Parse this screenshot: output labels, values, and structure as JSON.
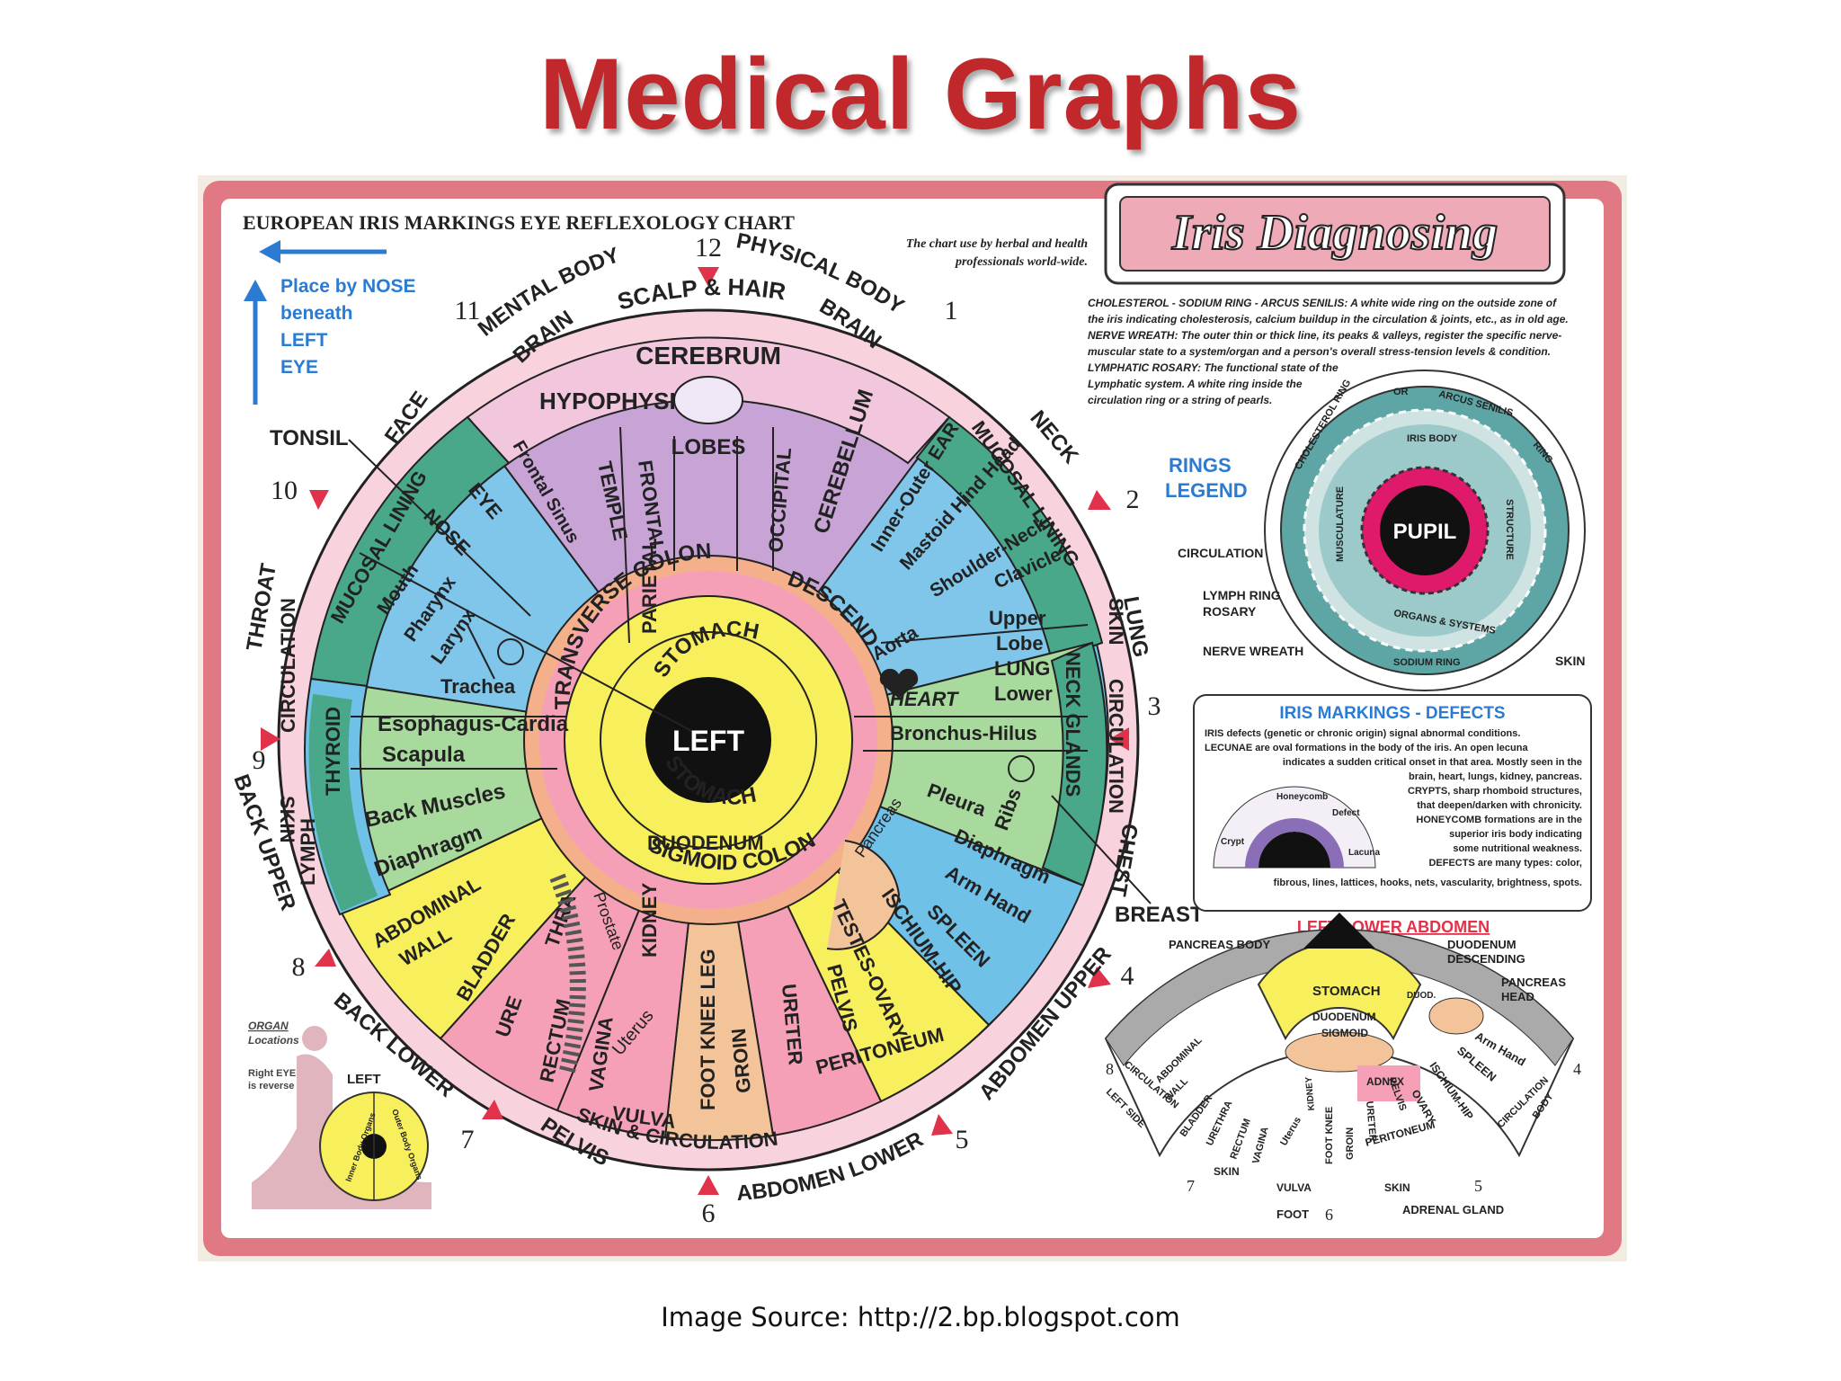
{
  "slide": {
    "title": "Medical Graphs",
    "source": "Image Source: http://2.bp.blogspot.com"
  },
  "chart": {
    "header": "EUROPEAN IRIS MARKINGS EYE REFLEXOLOGY CHART",
    "subheader_1": "The chart use by herbal and health",
    "subheader_2": "professionals world-wide.",
    "badge": "Iris Diagnosing",
    "place_note": [
      "Place by NOSE",
      "beneath",
      "LEFT",
      "EYE"
    ],
    "clock_numbers": [
      "12",
      "1",
      "2",
      "3",
      "4",
      "5",
      "6",
      "7",
      "8",
      "9",
      "10",
      "11"
    ],
    "center_label": "LEFT",
    "stomach_top": "STOMACH",
    "stomach_bottom": "STOMACH",
    "colon_labels": {
      "transverse": "TRANSVERSE COLON",
      "descend": "DESCEND",
      "duodenum": "DUODENUM",
      "sigmoid": "SIGMOID COLON"
    },
    "outer_ring": {
      "mental_body": "MENTAL BODY",
      "physical_body": "PHYSICAL BODY",
      "neck": "NECK",
      "lung": "LUNG",
      "chest": "CHEST",
      "abdomen_upper": "ABDOMEN UPPER",
      "abdomen_lower": "ABDOMEN LOWER",
      "pelvis": "PELVIS",
      "back_lower": "BACK LOWER",
      "back_upper": "BACK UPPER",
      "throat": "THROAT",
      "face": "FACE",
      "tonsil": "TONSIL",
      "breast": "BREAST"
    },
    "ring_labels": {
      "mucosal_left": "MUCOSAL LINING",
      "mucosal_right": "MUCOSAL LINING",
      "circulation_left": "CIRCULATION",
      "skin_left": "SKIN",
      "lymph": "LYMPH",
      "thyroid": "THYROID",
      "skin_right": "SKIN",
      "circulation_right": "CIRCULATION",
      "neck_glands": "NECK GLANDS",
      "skin_circulation_bottom": "SKIN & CIRCULATION"
    },
    "brain_sector": {
      "scalp_hair": "SCALP & HAIR",
      "brain_left": "BRAIN",
      "brain_right": "BRAIN",
      "cerebrum": "CEREBRUM",
      "hypophysis": "HYPOPHYSIS",
      "lobes": "LOBES",
      "temple": "TEMPLE",
      "frontal": "FRONTAL",
      "parietal": "PARIETAL",
      "occipital": "OCCIPITAL",
      "cerebellum": "CEREBELLUM"
    },
    "left_sector": {
      "frontal_sinus": "Frontal Sinus",
      "eye": "EYE",
      "nose": "NOSE",
      "mouth": "Mouth",
      "pharynx": "Pharynx",
      "larynx": "Larynx",
      "trachea": "Trachea",
      "esophagus": "Esophagus-Cardia",
      "scapula": "Scapula",
      "back_muscles": "Back Muscles",
      "diaphragm": "Diaphragm",
      "abdominal_wall_1": "ABDOMINAL",
      "abdominal_wall_2": "WALL"
    },
    "right_sector": {
      "inner_outer_ear": "Inner-Outer EAR",
      "mastoid": "Mastoid Hind Head",
      "shoulder_neck": "Shoulder-Neck",
      "clavicle": "Clavicle",
      "aorta": "Aorta",
      "heart": "HEART",
      "upper": "Upper",
      "lobe": "Lobe",
      "lung": "LUNG",
      "lower": "Lower",
      "bronchus": "Bronchus-Hilus",
      "pleura": "Pleura",
      "ribs": "Ribs",
      "diaphragm": "Diaphragm",
      "arm_hand": "Arm Hand",
      "spleen": "SPLEEN",
      "pancreas": "Pancreas"
    },
    "bottom_sector": {
      "bladder": "BLADDER",
      "ure": "URE",
      "thra": "THRA",
      "prostate": "Prostate",
      "rectum": "RECTUM",
      "vagina": "VAGINA",
      "vulva": "VULVA",
      "uterus": "Uterus",
      "kidney": "KIDNEY",
      "foot_knee_leg": "FOOT KNEE LEG",
      "groin": "GROIN",
      "ureter": "URETER",
      "peritoneum": "PERITONEUM",
      "pelvis": "PELVIS",
      "testes_ovary": "TESTES-OVARY",
      "ischium_hip": "ISCHIUM-HIP"
    },
    "description": [
      "CHOLESTEROL - SODIUM RING - ARCUS SENILIS: A white wide ring on the outside zone of",
      "the iris indicating cholesterosis, calcium buildup in the circulation & joints, etc., as in old age.",
      "NERVE WREATH: The outer thin or thick line, its peaks & valleys, register the specific nerve-",
      "muscular state to a system/organ and a person's overall stress-tension levels & condition.",
      "LYMPHATIC ROSARY: The functional state of the",
      "Lymphatic system. A white ring inside the",
      "circulation ring or a string of pearls."
    ],
    "rings_legend": {
      "title_1": "RINGS",
      "title_2": "LEGEND",
      "pupil": "PUPIL",
      "circulation": "CIRCULATION",
      "lymph_ring": "LYMPH RING",
      "rosary": "ROSARY",
      "nerve_wreath": "NERVE WREATH",
      "skin": "SKIN",
      "cholesterol_ring": "CHOLESTEROL RING",
      "or": "OR",
      "arcus_senilis": "ARCUS SENILIS",
      "ring": "RING",
      "iris_body": "IRIS BODY",
      "musculature": "MUSCULATURE",
      "structure": "STRUCTURE",
      "organs_systems": "ORGANS & SYSTEMS",
      "sodium_ring": "SODIUM RING"
    },
    "defects": {
      "title": "IRIS MARKINGS - DEFECTS",
      "lines": [
        "IRIS defects (genetic or chronic origin) signal abnormal conditions.",
        "LECUNAE are oval formations in the body of the iris. An open lecuna",
        "indicates a sudden critical onset in that area. Mostly seen in the",
        "brain, heart, lungs, kidney, pancreas.",
        "CRYPTS, sharp rhomboid structures,",
        "that deepen/darken with chronicity.",
        "HONEYCOMB formations are in the",
        "superior iris body indicating",
        "some nutritional weakness.",
        "DEFECTS are many types: color,",
        "fibrous, lines, lattices, hooks, nets, vascularity, brightness, spots."
      ],
      "honeycomb": "Honeycomb",
      "defect": "Defect",
      "crypt": "Crypt",
      "lacuna": "Lacuna"
    },
    "abdomen": {
      "title": "LEFT LOWER ABDOMEN",
      "pancreas_body": "PANCREAS BODY",
      "duodenum_descending_1": "DUODENUM",
      "duodenum_descending_2": "DESCENDING",
      "pancreas_head_1": "PANCREAS",
      "pancreas_head_2": "HEAD",
      "stomach": "STOMACH",
      "duodenum": "DUODENUM",
      "sigmoid": "SIGMOID",
      "duod": "DUOD.",
      "arm_hand": "Arm Hand",
      "spleen": "SPLEEN",
      "ischium_hip": "ISCHIUM-HIP",
      "ovary": "OVARY",
      "adnex": "ADNEX",
      "peritoneum": "PERITONEUM",
      "pelvis": "PELVIS",
      "ureter": "URETER",
      "groin": "GROIN",
      "foot_knee": "FOOT KNEE",
      "kidney": "KIDNEY",
      "uterus": "Uterus",
      "vagina": "VAGINA",
      "rectum": "RECTUM",
      "urethra": "URETHRA",
      "bladder": "BLADDER",
      "abdominal_wall_1": "ABDOMINAL",
      "abdominal_wall_2": "WALL",
      "circulation_left": "CIRCULATION",
      "circulation_right": "CIRCULATION",
      "left_side": "LEFT SIDE",
      "body": "BODY",
      "vulva": "VULVA",
      "skin_left": "SKIN",
      "skin_right": "SKIN",
      "foot": "FOOT",
      "adrenal_gland": "ADRENAL GLAND",
      "n8": "8",
      "n7": "7",
      "n6": "6",
      "n5": "5",
      "n4": "4"
    },
    "organ_locations": {
      "title_1": "ORGAN",
      "title_2": "Locations",
      "right_eye_1": "Right EYE",
      "right_eye_2": "is reverse",
      "left": "LEFT",
      "inner_body": "Inner Body Organs",
      "outer_body": "Outer Body Organs"
    }
  }
}
